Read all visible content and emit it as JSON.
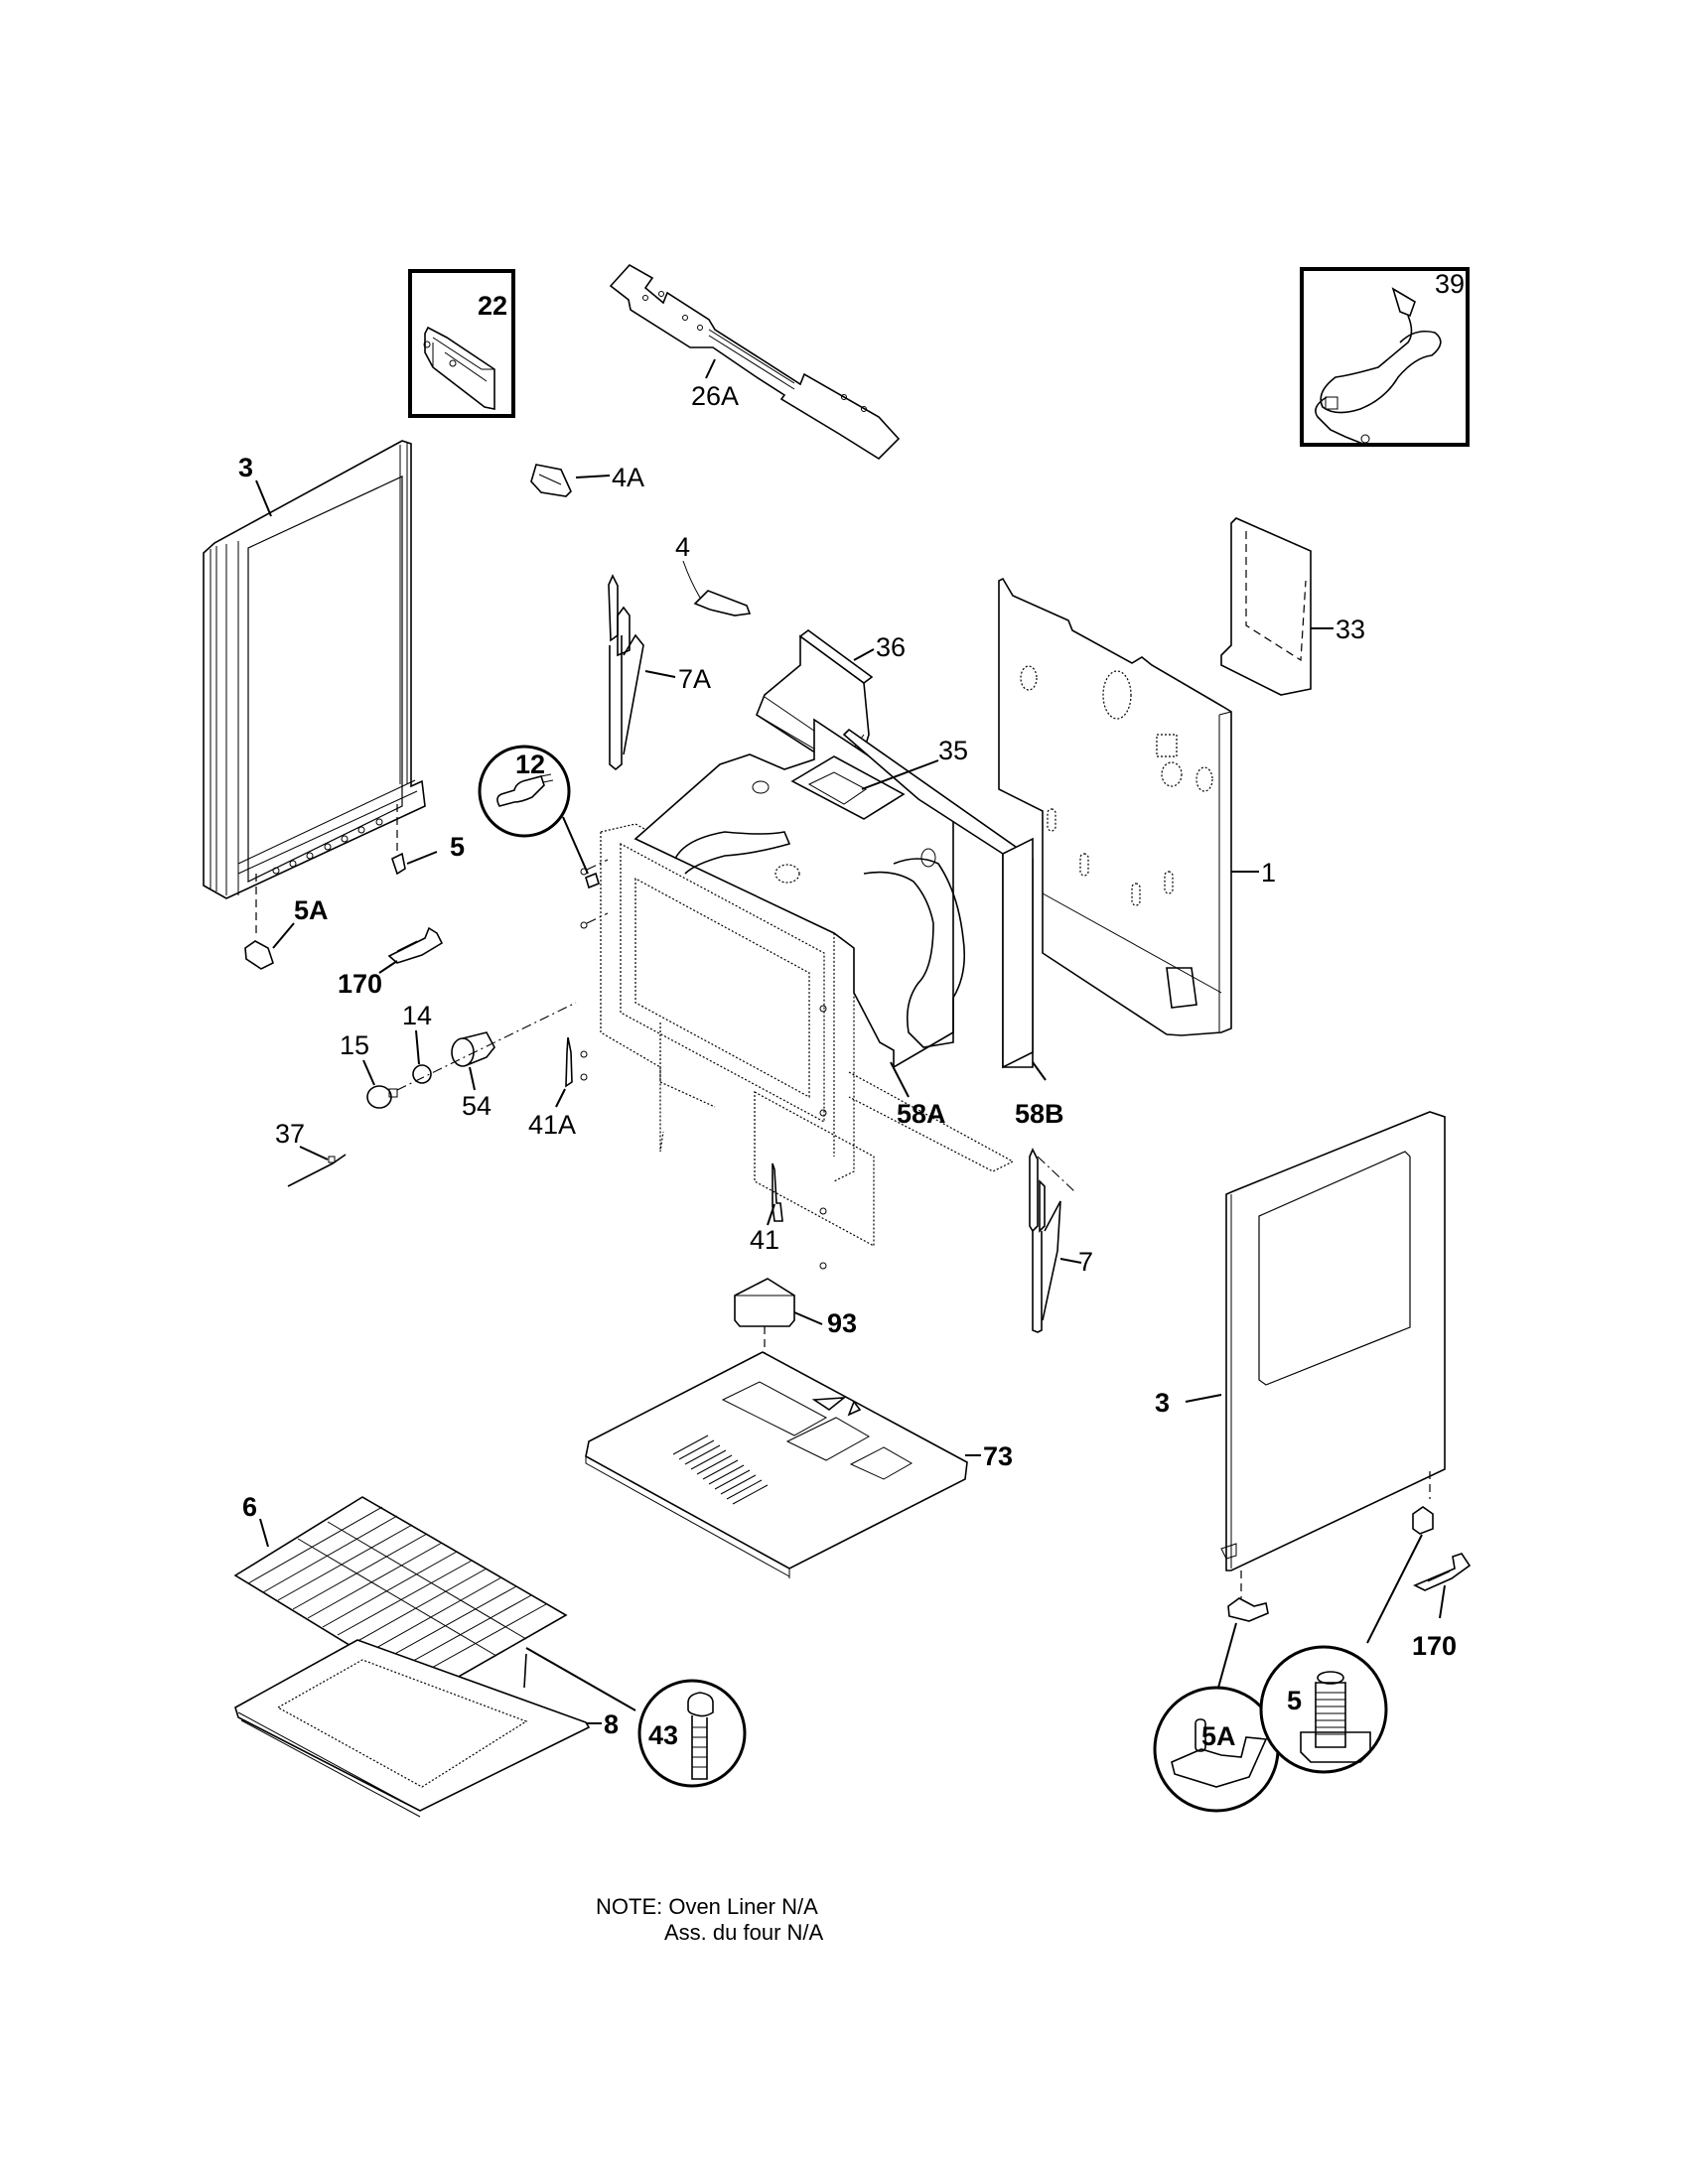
{
  "diagram": {
    "title": "Range body exploded parts diagram",
    "callouts": {
      "p22": "22",
      "p26A": "26A",
      "p39": "39",
      "p3_left": "3",
      "p4A": "4A",
      "p36": "36",
      "p4": "4",
      "p33": "33",
      "p7A": "7A",
      "p12": "12",
      "p35": "35",
      "p5_left": "5",
      "p1": "1",
      "p5A_left": "5A",
      "p170_left": "170",
      "p14": "14",
      "p15": "15",
      "p54": "54",
      "p41A": "41A",
      "p58A": "58A",
      "p58B": "58B",
      "p37": "37",
      "p41": "41",
      "p7": "7",
      "p93": "93",
      "p3_right": "3",
      "p73": "73",
      "p6": "6",
      "p170_right": "170",
      "p43": "43",
      "p8": "8",
      "p5_right": "5",
      "p5A_right": "5A"
    },
    "note": {
      "line1": "NOTE: Oven Liner N/A",
      "line2": "Ass. du four N/A"
    }
  }
}
